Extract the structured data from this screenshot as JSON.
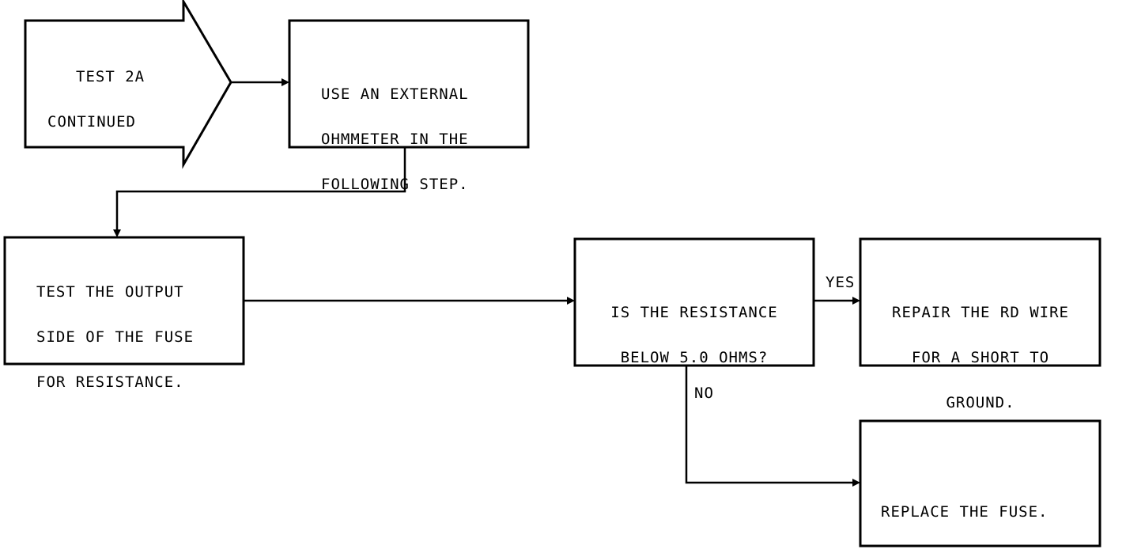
{
  "flowchart": {
    "start": {
      "lines": [
        "TEST 2A",
        "CONTINUED"
      ]
    },
    "ohmmeter": {
      "lines": [
        "USE AN EXTERNAL",
        "OHMMETER IN THE",
        "FOLLOWING STEP."
      ]
    },
    "test_output": {
      "lines": [
        "TEST THE OUTPUT",
        "SIDE OF THE FUSE",
        "FOR RESISTANCE."
      ]
    },
    "question": {
      "lines": [
        "IS THE RESISTANCE",
        "BELOW 5.0 OHMS?"
      ]
    },
    "repair": {
      "lines": [
        "REPAIR THE RD WIRE",
        "FOR A SHORT TO",
        "GROUND."
      ]
    },
    "replace": {
      "lines": [
        "REPLACE THE FUSE."
      ]
    },
    "yes_label": "YES",
    "no_label": "NO"
  }
}
